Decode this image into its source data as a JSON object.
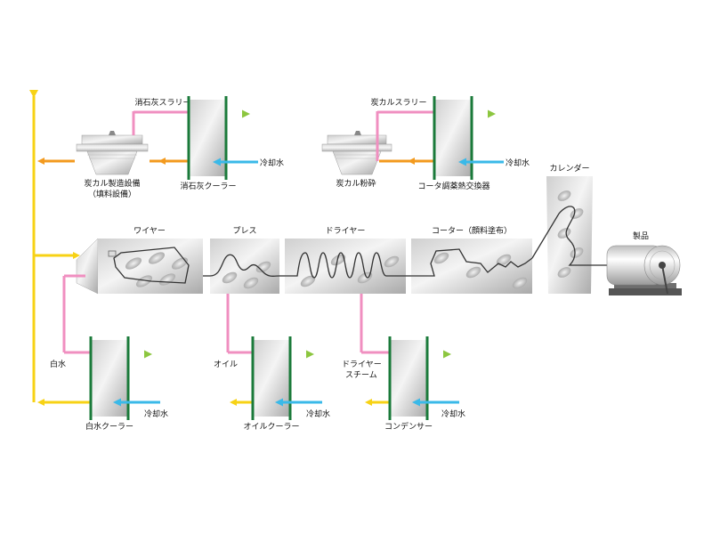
{
  "labels": {
    "slaked_lime_slurry": "消石灰スラリー",
    "slaked_lime_cooler": "消石灰クーラー",
    "cal_carbonate_plant": "炭カル製造設備",
    "filler_plant": "（填料設備）",
    "cal_carbonate_slurry": "炭カルスラリー",
    "cal_carbonate_grinding": "炭カル粉砕",
    "coater_heat_exchanger": "コータ調薬熱交換器",
    "calender": "カレンダー",
    "product": "製品",
    "wire": "ワイヤー",
    "press": "プレス",
    "dryer": "ドライヤー",
    "coater": "コーター（顔料塗布）",
    "white_water": "白水",
    "white_water_cooler": "白水クーラー",
    "oil": "オイル",
    "oil_cooler": "オイルクーラー",
    "dryer_steam_1": "ドライヤー",
    "dryer_steam_2": "スチーム",
    "condenser": "コンデンサー",
    "cooling_water_1": "冷却水",
    "cooling_water_2": "冷却水",
    "cooling_water_3": "冷却水",
    "cooling_water_4": "冷却水",
    "cooling_water_5": "冷却水"
  },
  "colors": {
    "yellow": "#f7d215",
    "orange": "#f39a1e",
    "pink": "#f08fc0",
    "cyan": "#3ab9e8",
    "green": "#8cc63f",
    "plate_edge": "#1a7a3a"
  }
}
